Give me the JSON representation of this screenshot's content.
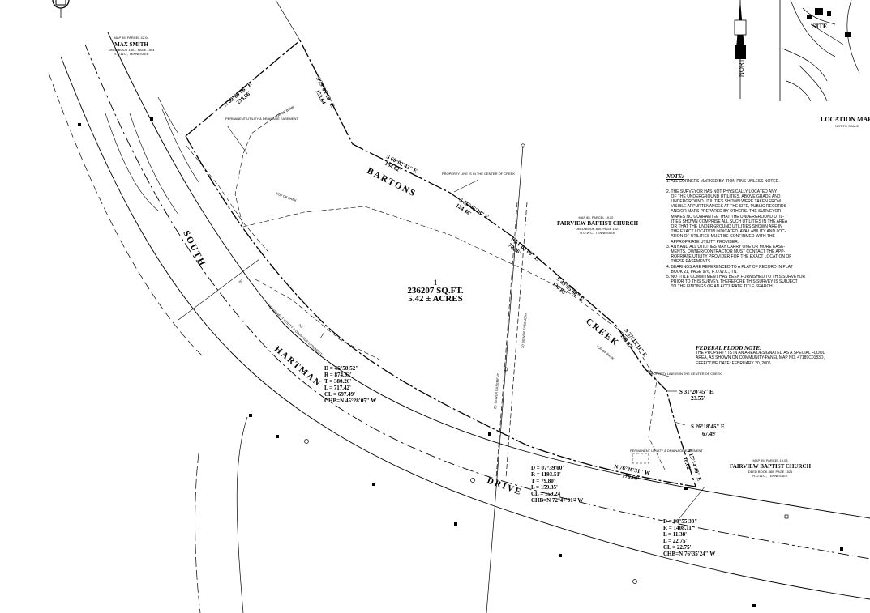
{
  "site_label": "SITE",
  "north_label": "NORTH",
  "location_map": {
    "title": "LOCATION MAP",
    "sub": "NOT TO SCALE"
  },
  "owners": {
    "max_smith": {
      "l1": "MAP 85, PARCEL 42.04",
      "name": "MAX SMITH",
      "l2": "DEED BOOK 1301, PAGE 1504",
      "l3": "R.O.W.C., TENNESSEE"
    },
    "fairview_top": {
      "l1": "MAP 85, PARCEL 19.02",
      "name": "FAIRVIEW BAPTIST CHURCH",
      "l2": "DEED BOOK 880, PAGE 1521",
      "l3": "R.O.W.C., TENNESSEE"
    },
    "fairview_bottom": {
      "l1": "MAP 85, PARCEL 19.03",
      "name": "FAIRVIEW BAPTIST CHURCH",
      "l2": "DEED BOOK 880, PAGE 1521",
      "l3": "R.O.W.C., TENNESSEE"
    }
  },
  "streets": {
    "bartons": "BARTONS",
    "creek": "CREEK",
    "south": "SOUTH",
    "hartman": "HARTMAN",
    "drive": "DRIVE"
  },
  "lot": {
    "num": "1",
    "sqft": "236207 SQ.FT.",
    "acres": "5.42 ± ACRES"
  },
  "bearings": {
    "b1": {
      "brg": "N 80°00'06\" E",
      "dist": "238.66'"
    },
    "b2": {
      "brg": "S 29°03'18\" E",
      "dist": "153.64'"
    },
    "b3": {
      "brg": "S 60°02'43\" E",
      "dist": "164.62'"
    },
    "b4": {
      "brg": "S 56°46'28\" E",
      "dist": "124.48'"
    },
    "b5": {
      "brg": "S 51°03'00\" E",
      "dist": "70.06'"
    },
    "b6": {
      "brg": "S 49°05'08\" E",
      "dist": "130.85'"
    },
    "b7": {
      "brg": "S 37°13'11\" E",
      "dist": "160.87'"
    },
    "b8": {
      "brg": "S 31°20'45\" E",
      "dist": "23.55'"
    },
    "b9": {
      "brg": "S 26°18'46\" E",
      "dist": "67.49'"
    },
    "b10": {
      "brg": "S 15°14'49\" E",
      "dist": "18.62'"
    },
    "b11": {
      "brg": "N 76°36'31\" W",
      "dist": "170.68'"
    }
  },
  "curve1": {
    "d": "D = 46°58'52\"",
    "r": "R = 874.93'",
    "t": "T = 380.26'",
    "l": "L = 717.42'",
    "cl": "CL = 697.49'",
    "chb": "CHB=N 45°28'05\" W"
  },
  "curve2": {
    "d": "D = 07°39'00'",
    "r": "R = 1193.51'",
    "t": "T = 79.80'",
    "l": "L = 159.35'",
    "cl": "CL = 159.24",
    "chb": "CHB=N 72°47'01\" W"
  },
  "curve3": {
    "d": "D = 00°55'33\"",
    "r": "R = 1408.11'",
    "t": "L = 11.38'",
    "l": "L = 22.75'",
    "cl": "CL = 22.75'",
    "chb": "CHB=N 76°35'24\" W"
  },
  "small_labels": {
    "perm_drain": "PERMANENT UTILITY & DRAINAGE EASEMENT",
    "top_bank1": "TOP OF BANK",
    "top_bank2": "TOP OF BANK",
    "top_bank3": "TOP OF BANK",
    "prop_line_creek1": "PROPERTY LINE IS IN THE CENTER OF CREEK",
    "prop_line_creek2": "PROPERTY LINE IS IN THE CENTER OF CREEK",
    "sewer1": "20' SEWER EASEMENT",
    "sewer2": "20' SEWER EASEMENT",
    "perm_util": "PERMANENT UTILITY & DRAINAGE EASEMENT",
    "perm_util2": "PERMANENT UTILITY & DRAINAGE EASEMENT",
    "w30": "30'",
    "w50": "50'"
  },
  "note": {
    "title": "NOTE:",
    "lines": [
      "1. ALL CORNERS MARKED BY IRON PINS UNLESS NOTED.",
      "",
      "2. THE SURVEYOR HAS NOT PHYSICALLY LOCATED ANY",
      "    OF THE UNDERGROUND UTILITIES. ABOVE GRADE AND",
      "    UNDERGROUND UTILITIES SHOWN WERE TAKEN FROM",
      "    VISIBLE APPURTENANCES AT THE SITE, PUBLIC RECORDS",
      "    AND/OR MAPS PREPARED BY OTHERS. THE SURVEYOR",
      "    MAKES NO GUARANTEE THAT THE UNDERGROUND UTIL-",
      "    ITIES SHOWN COMPRISE ALL SUCH UTILITIES IN THE AREA",
      "    OR THAT THE UNDERGROUND UTILITIES SHOWN ARE IN",
      "    THE EXACT LOCATION INDICATED. AVAILABILITY AND LOC-",
      "    ATION OF UTILITIES MUST BE CONFIRMED WITH THE",
      "    APPROPRIATE UTILITY PROVIDER.",
      "3. ANY AND ALL UTILITIES MAY CARRY ONE OR MORE EASE-",
      "    MENTS. OWNER/CONTRACTOR MUST CONTACT THE APP-",
      "    ROPRIATE UTILITY PROVIDER FOR THE EXACT LOCATION OF",
      "    THESE EASEMENTS.",
      "4. BEARINGS ARE REFERENCED TO A PLAT OF RECORD IN PLAT",
      "    BOOK 21, PAGE 976, R.O.W.C., TN.",
      "5. NO TITLE COMMITMENT HAS BEEN FURNISHED TO THIS SURVEYOR",
      "    PRIOR TO THIS SURVEY. THEREFORE THIS SURVEY IS SUBJECT",
      "    TO THE FINDINGS OF AN ACCURATE TITLE SEARCH."
    ]
  },
  "flood": {
    "title": "FEDERAL FLOOD NOTE:",
    "lines": [
      "THE PROPERTY IS IN AN AREA DESIGNATED AS A SPECIAL FLOOD",
      "AREA, AS SHOWN ON COMMUNITY-PANEL MAP NO. 47189C0183D,",
      "EFFECTIVE DATE: FEBRUARY 20, 2006."
    ]
  }
}
